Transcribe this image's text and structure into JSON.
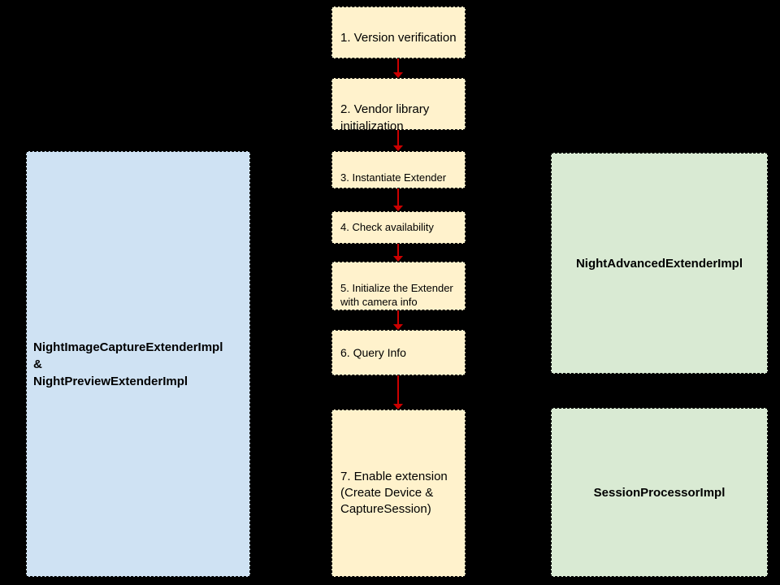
{
  "diagram": {
    "background_color": "#000000",
    "colors": {
      "step_fill": "#fff2cc",
      "left_box_fill": "#cfe2f3",
      "right_box_fill": "#d9ead3",
      "arrow": "#cc0000",
      "border": "#000000"
    },
    "steps": [
      {
        "label": "1. Version verification"
      },
      {
        "label": "2. Vendor library initialization"
      },
      {
        "label": "3. Instantiate Extender"
      },
      {
        "label": "4. Check availability"
      },
      {
        "label": "5. Initialize the Extender with camera info"
      },
      {
        "label": "6. Query Info"
      },
      {
        "label": "7. Enable extension (Create Device & CaptureSession)"
      }
    ],
    "left_box": {
      "line1": "NightImageCaptureExtenderImpl",
      "line2": "&",
      "line3": "NightPreviewExtenderImpl"
    },
    "right_boxes": [
      {
        "label": "NightAdvancedExtenderImpl"
      },
      {
        "label": "SessionProcessorImpl"
      }
    ]
  }
}
